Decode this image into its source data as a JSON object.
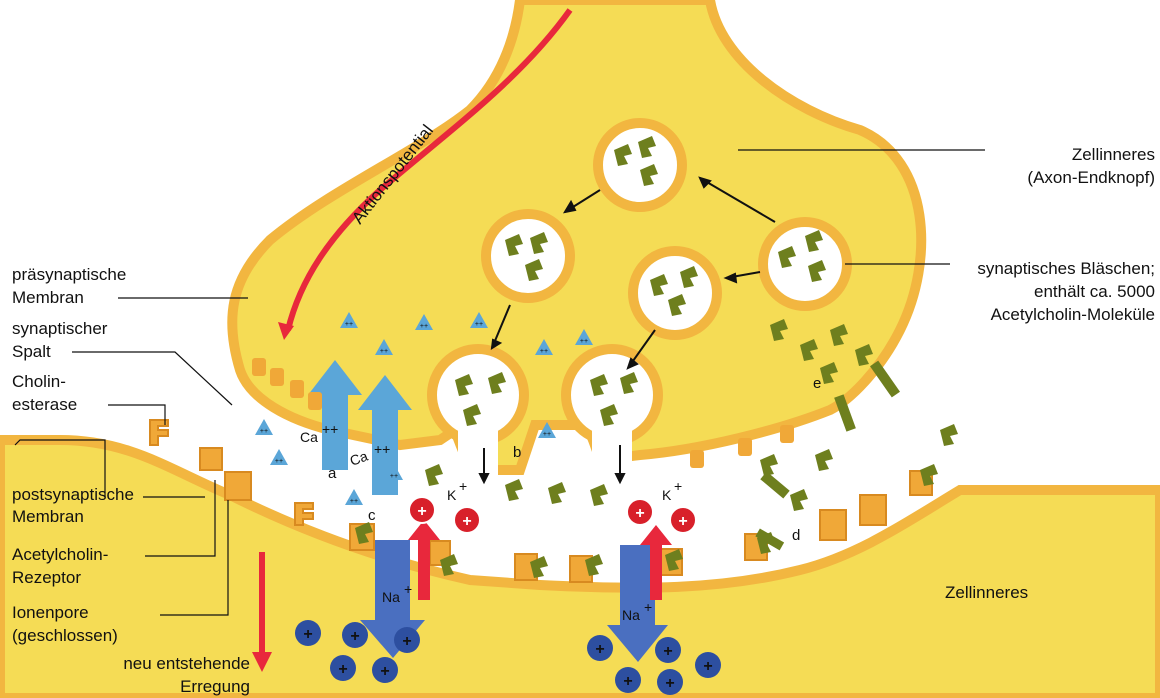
{
  "labels": {
    "aktionspotential": "Aktionspotential",
    "zellinneres_top_1": "Zellinneres",
    "zellinneres_top_2": "(Axon-Endknopf)",
    "blaeschen_1": "synaptisches Bläschen;",
    "blaeschen_2": "enthält ca. 5000",
    "blaeschen_3": "Acetylcholin-Moleküle",
    "praesyn_1": "präsynaptische",
    "praesyn_2": "Membran",
    "spalt_1": "synaptischer",
    "spalt_2": "Spalt",
    "cholin_1": "Cholin-",
    "cholin_2": "esterase",
    "postsyn_1": "postsynaptische",
    "postsyn_2": "Membran",
    "rezeptor_1": "Acetylcholin-",
    "rezeptor_2": "Rezeptor",
    "pore_1": "Ionenpore",
    "pore_2": "(geschlossen)",
    "erregung_1": "neu entstehende",
    "erregung_2": "Erregung",
    "zellinneres_bottom": "Zellinneres",
    "letter_a": "a",
    "letter_b": "b",
    "letter_c": "c",
    "letter_d": "d",
    "letter_e": "e",
    "ca_1": "Ca",
    "ca_2": "Ca",
    "k_1": "K",
    "k_2": "K",
    "na_1": "Na",
    "na_2": "Na",
    "plus": "+",
    "plusplus": "++"
  },
  "colors": {
    "cytoplasm": "#f5dc55",
    "membrane": "#f2b640",
    "vesicle_fill": "#ffffff",
    "acetylcholine": "#6e7f1e",
    "calcium_arrow": "#5ba6d8",
    "sodium_arrow": "#4a6fc0",
    "red_arrow": "#e8283c",
    "potassium_ion": "#d8202a",
    "sodium_ion": "#2d4fa0",
    "receptor": "#f0a838"
  }
}
